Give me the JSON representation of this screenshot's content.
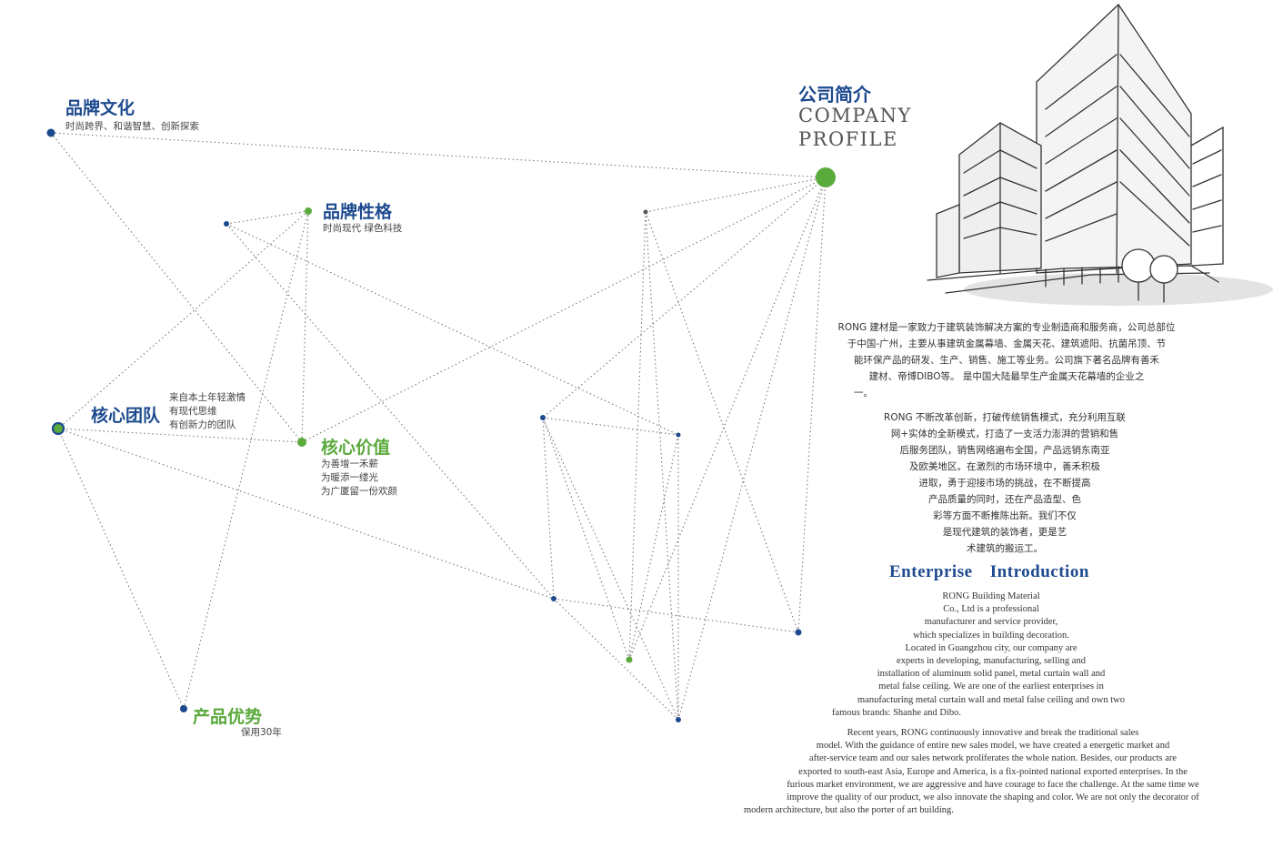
{
  "nodes": {
    "brand_culture": {
      "title": "品牌文化",
      "desc": "时尚跨界、和谐智慧、创新探索"
    },
    "brand_character": {
      "title": "品牌性格",
      "desc": "时尚现代  绿色科技"
    },
    "core_team": {
      "title": "核心团队",
      "lines": [
        "来自本土年轻激情",
        "有现代思维",
        "有创新力的团队"
      ]
    },
    "core_value": {
      "title": "核心价值",
      "lines": [
        "为善增一禾薪",
        "为暖添一缕光",
        "为广厦留一份欢颜"
      ]
    },
    "product_adv": {
      "title": "产品优势",
      "desc": "保用30年"
    }
  },
  "profile": {
    "title_cn": "公司简介",
    "title_en_1": "COMPANY",
    "title_en_2": "PROFILE",
    "cn_para1": [
      "RONG 建材是一家致力于建筑装饰解决方案的专业制造商和服务商，公司总部位",
      "于中国-广州，主要从事建筑金属幕墙、金属天花、建筑遮阳、抗菌吊顶、节",
      "能环保产品的研发、生产、销售、施工等业务。公司旗下著名品牌有善禾",
      "建材、帝博DIBO等。    是中国大陆最早生产金属天花幕墙的企业之",
      "一。"
    ],
    "cn_para2": [
      "RONG 不断改革创新，打破传统销售模式，充分利用互联",
      "网+实体的全新模式，打造了一支活力澎湃的营销和售",
      "后服务团队，销售网络遍布全国，产品远销东南亚",
      "及欧美地区。在激烈的市场环境中，善禾积极",
      "进取，勇于迎接市场的挑战，在不断提高",
      "产品质量的同时，还在产品造型、色",
      "彩等方面不断推陈出新。我们不仅",
      "是现代建筑的装饰者，更是艺",
      "术建筑的搬运工。"
    ],
    "en_title": "Enterprise Introduction",
    "en_para1": [
      "RONG Building Material",
      "Co., Ltd is a professional",
      "manufacturer and service provider,",
      "which specializes in building decoration.",
      "Located in Guangzhou city, our company are",
      "experts in developing, manufacturing, selling and",
      "installation of aluminum solid panel, metal curtain wall and",
      "metal false ceiling. We are one of the earliest enterprises in",
      "manufacturing metal curtain wall and metal false ceiling and own two",
      "famous brands: Shanhe and Dibo."
    ],
    "en_para2": [
      "Recent years, RONG continuously innovative and break the traditional sales",
      "model. With the guidance of entire new sales model, we have created a energetic market and",
      "after-service team and our sales network proliferates the whole nation. Besides, our products are",
      "exported to south-east Asia, Europe and America, is a fix-pointed national exported enterprises. In the",
      "furious market environment, we are aggressive and have courage to face the challenge. At the same time we",
      "improve the quality of our product, we also innovate the shaping and color. We are not only the decorator of",
      "modern architecture, but also the porter of art building."
    ]
  },
  "colors": {
    "blue": "#1d4a8f",
    "green": "#5aaa3c",
    "line": "#777777"
  },
  "icons": {
    "illustration": "building-sketch-icon"
  }
}
